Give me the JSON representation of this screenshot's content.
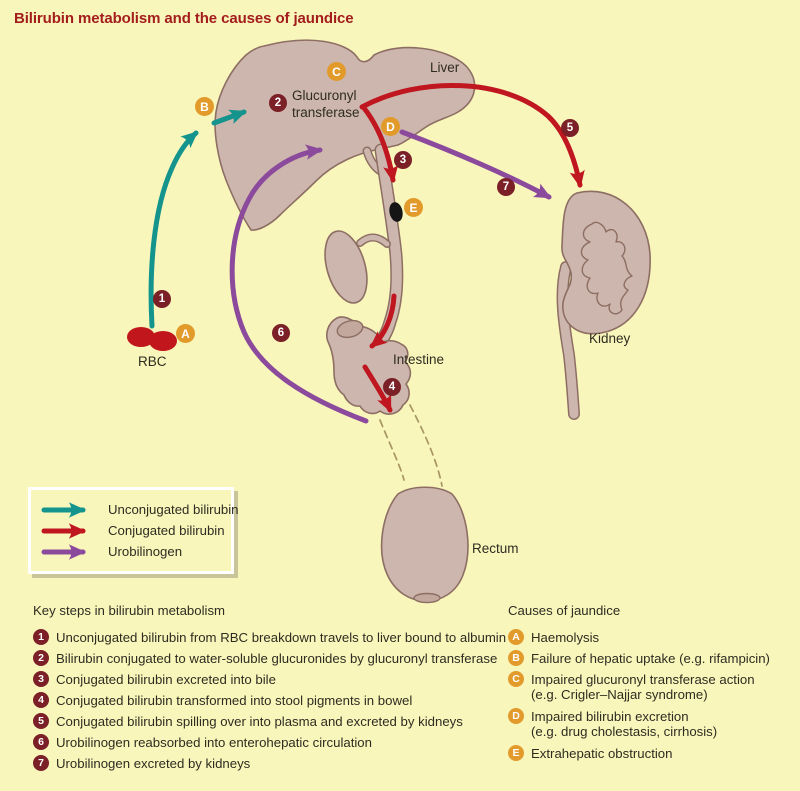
{
  "title": "Bilirubin metabolism and the causes of jaundice",
  "colors": {
    "bg": "#f9f6bc",
    "ink": "#2e2c20",
    "title": "#a31d1d",
    "teal": "#14948c",
    "red": "#c0161f",
    "purple": "#8b4a9b",
    "maroon": "#7b2027",
    "gold": "#e29b2b",
    "organ": "#cdb6ae",
    "organ-dark": "#c3a89e",
    "outline": "#8d6e63",
    "dashed": "#a79565",
    "rbc": "#c2161d",
    "stone": "#151515",
    "legend-border": "#ffffff",
    "legend-shadow": "#c9c59a"
  },
  "diagram": {
    "labels": {
      "liver": "Liver",
      "kidney": "Kidney",
      "intestine": "Intestine",
      "rectum": "Rectum",
      "rbc": "RBC",
      "enzyme": "Glucuronyl transferase"
    },
    "badges": {
      "n1": "1",
      "n2": "2",
      "n3": "3",
      "n4": "4",
      "n5": "5",
      "n6": "6",
      "n7": "7",
      "a": "A",
      "b": "B",
      "c": "C",
      "d": "D",
      "e": "E"
    }
  },
  "legend": {
    "items": [
      {
        "key": "unconjugated",
        "label": "Unconjugated bilirubin"
      },
      {
        "key": "conjugated",
        "label": "Conjugated bilirubin"
      },
      {
        "key": "urobilinogen",
        "label": "Urobilinogen"
      }
    ]
  },
  "key_steps": {
    "heading": "Key steps in bilirubin metabolism",
    "items": [
      {
        "num": "1",
        "text": "Unconjugated bilirubin from RBC breakdown travels to liver bound to albumin"
      },
      {
        "num": "2",
        "text": "Bilirubin conjugated to water-soluble glucuronides by glucuronyl transferase"
      },
      {
        "num": "3",
        "text": "Conjugated bilirubin excreted into bile"
      },
      {
        "num": "4",
        "text": "Conjugated bilirubin transformed into stool pigments in bowel"
      },
      {
        "num": "5",
        "text": "Conjugated bilirubin spilling over into plasma and excreted by kidneys"
      },
      {
        "num": "6",
        "text": "Urobilinogen reabsorbed into enterohepatic circulation"
      },
      {
        "num": "7",
        "text": "Urobilinogen excreted by kidneys"
      }
    ]
  },
  "causes": {
    "heading": "Causes of jaundice",
    "items": [
      {
        "letter": "A",
        "text": "Haemolysis",
        "text2": ""
      },
      {
        "letter": "B",
        "text": "Failure of hepatic uptake (e.g. rifampicin)",
        "text2": ""
      },
      {
        "letter": "C",
        "text": "Impaired glucuronyl transferase action",
        "text2": "(e.g. Crigler–Najjar syndrome)"
      },
      {
        "letter": "D",
        "text": "Impaired bilirubin excretion",
        "text2": "(e.g. drug cholestasis, cirrhosis)"
      },
      {
        "letter": "E",
        "text": "Extrahepatic obstruction",
        "text2": ""
      }
    ]
  }
}
